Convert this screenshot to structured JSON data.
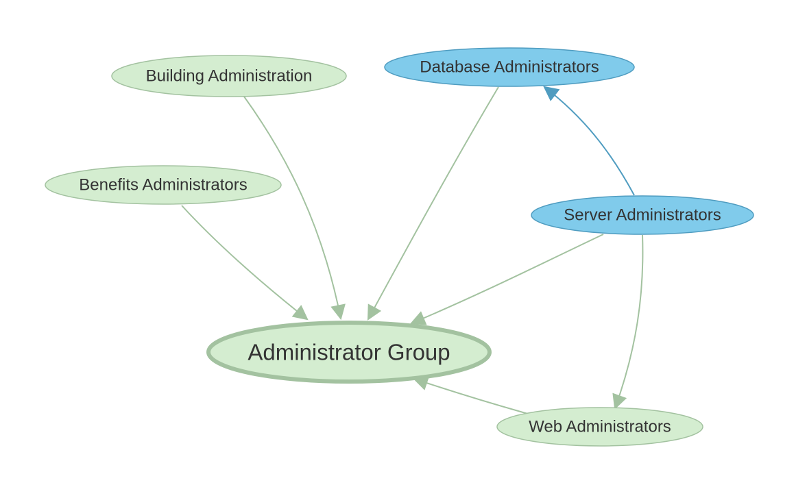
{
  "colors": {
    "green_fill": "#d4edd0",
    "green_stroke": "#a3c2a0",
    "blue_fill": "#80cbeb",
    "blue_stroke": "#4f9cc0",
    "text": "#333333"
  },
  "nodes": [
    {
      "id": "building",
      "label": "Building Administration",
      "style": "green"
    },
    {
      "id": "database",
      "label": "Database Administrators",
      "style": "blue"
    },
    {
      "id": "benefits",
      "label": "Benefits Administrators",
      "style": "green"
    },
    {
      "id": "server",
      "label": "Server Administrators",
      "style": "blue"
    },
    {
      "id": "admin",
      "label": "Administrator Group",
      "style": "green-bold"
    },
    {
      "id": "web",
      "label": "Web Administrators",
      "style": "green"
    }
  ],
  "edges": [
    {
      "from": "building",
      "to": "admin",
      "style": "green"
    },
    {
      "from": "benefits",
      "to": "admin",
      "style": "green"
    },
    {
      "from": "database",
      "to": "admin",
      "style": "green"
    },
    {
      "from": "server",
      "to": "admin",
      "style": "green"
    },
    {
      "from": "server",
      "to": "web",
      "style": "green"
    },
    {
      "from": "server",
      "to": "database",
      "style": "blue"
    },
    {
      "from": "web",
      "to": "admin",
      "style": "green"
    }
  ]
}
